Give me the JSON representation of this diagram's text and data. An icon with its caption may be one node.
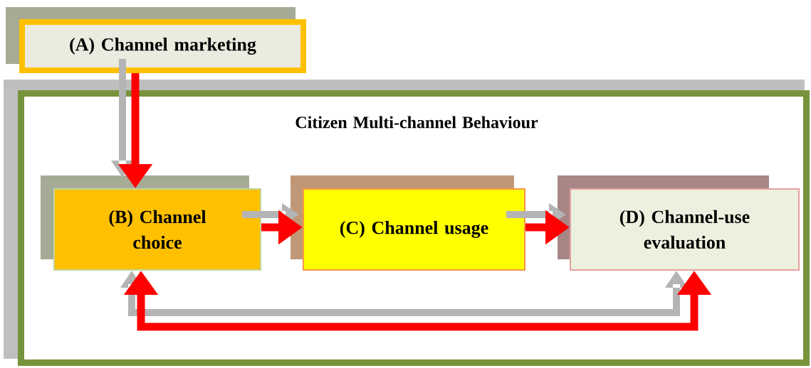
{
  "diagram": {
    "nodes": [
      {
        "text": [
          "(A) Channel marketing"
        ]
      },
      {
        "text": [
          "Citizen Multi-channel Behaviour"
        ]
      },
      {
        "text": [
          "(B) Channel choice"
        ],
        "in": 1
      },
      {
        "text": [
          "(C) Channel usage"
        ],
        "in": 1
      },
      {
        "text": [
          "(D) Channel-use evaluation"
        ],
        "in": 1
      }
    ],
    "edges": [
      {
        "from": 0,
        "to": 2,
        "arrow": "to",
        "color": "#ff0000"
      },
      {
        "from": 2,
        "to": 3,
        "arrow": "to",
        "color": "#ff0000"
      },
      {
        "from": 3,
        "to": 4,
        "arrow": "to",
        "color": "#ff0000"
      },
      {
        "from": 2,
        "to": 4,
        "arrow": "both",
        "color": "#ff0000"
      }
    ]
  }
}
